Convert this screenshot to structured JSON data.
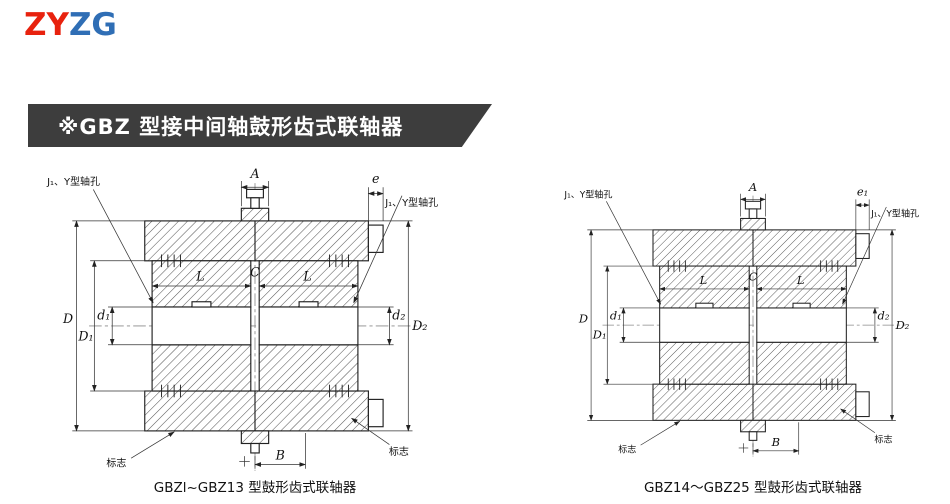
{
  "logo": {
    "text_red": "ZY",
    "text_blue": "ZG",
    "color_red": "#e8220e",
    "color_blue": "#2f6eb5"
  },
  "banner": {
    "text": "※GBZ 型接中间轴鼓形齿式联轴器",
    "bg": "#3d3d3d",
    "fg": "#ffffff"
  },
  "figures": [
    {
      "caption": "GBZl~GBZ13 型鼓形齿式联轴器",
      "labels": {
        "bore_left": "J₁、Y型轴孔",
        "bore_right": "J₁、Y型轴孔",
        "A": "A",
        "e": "e",
        "D": "D",
        "D1": "D₁",
        "d1": "d₁",
        "L_left": "L",
        "C": "C",
        "L_right": "L",
        "d2": "d₂",
        "D2": "D₂",
        "B": "B",
        "mark_left": "标志",
        "mark_right": "标志"
      }
    },
    {
      "caption": "GBZ14～GBZ25 型鼓形齿式联轴器",
      "labels": {
        "bore_left": "J₁、Y型轴孔",
        "bore_right": "J₁、Y型轴孔",
        "A": "A",
        "e": "e₁",
        "D": "D",
        "D1": "D₁",
        "d1": "d₁",
        "L_left": "L",
        "C": "C",
        "L_right": "L",
        "d2": "d₂",
        "D2": "D₂",
        "B": "B",
        "mark_left": "标志",
        "mark_right": "标志"
      }
    }
  ]
}
